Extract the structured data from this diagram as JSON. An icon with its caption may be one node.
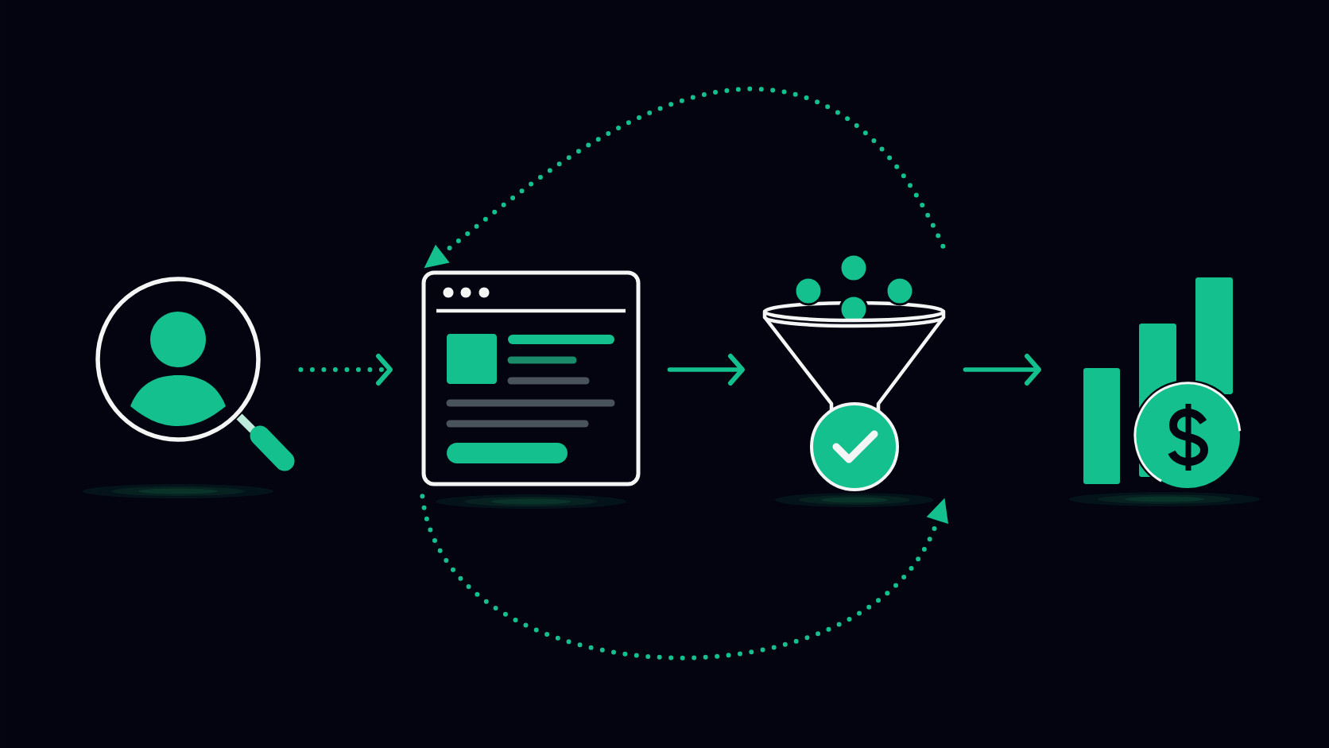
{
  "diagram": {
    "nodes": [
      {
        "text": [],
        "shape": "picture"
      },
      {
        "text": [],
        "shape": "picture"
      },
      {
        "text": [],
        "shape": "picture"
      },
      {
        "text": [],
        "shape": "picture"
      }
    ],
    "edges": [
      {
        "from": 0,
        "to": 1,
        "arrow": "to",
        "style": "dashed"
      },
      {
        "from": 1,
        "to": 2,
        "arrow": "to"
      },
      {
        "from": 2,
        "to": 3,
        "arrow": "to"
      },
      {
        "from": 2,
        "to": 1,
        "arrow": "to",
        "style": "dashed"
      },
      {
        "from": 1,
        "to": 2,
        "arrow": "to",
        "style": "dashed"
      }
    ]
  }
}
